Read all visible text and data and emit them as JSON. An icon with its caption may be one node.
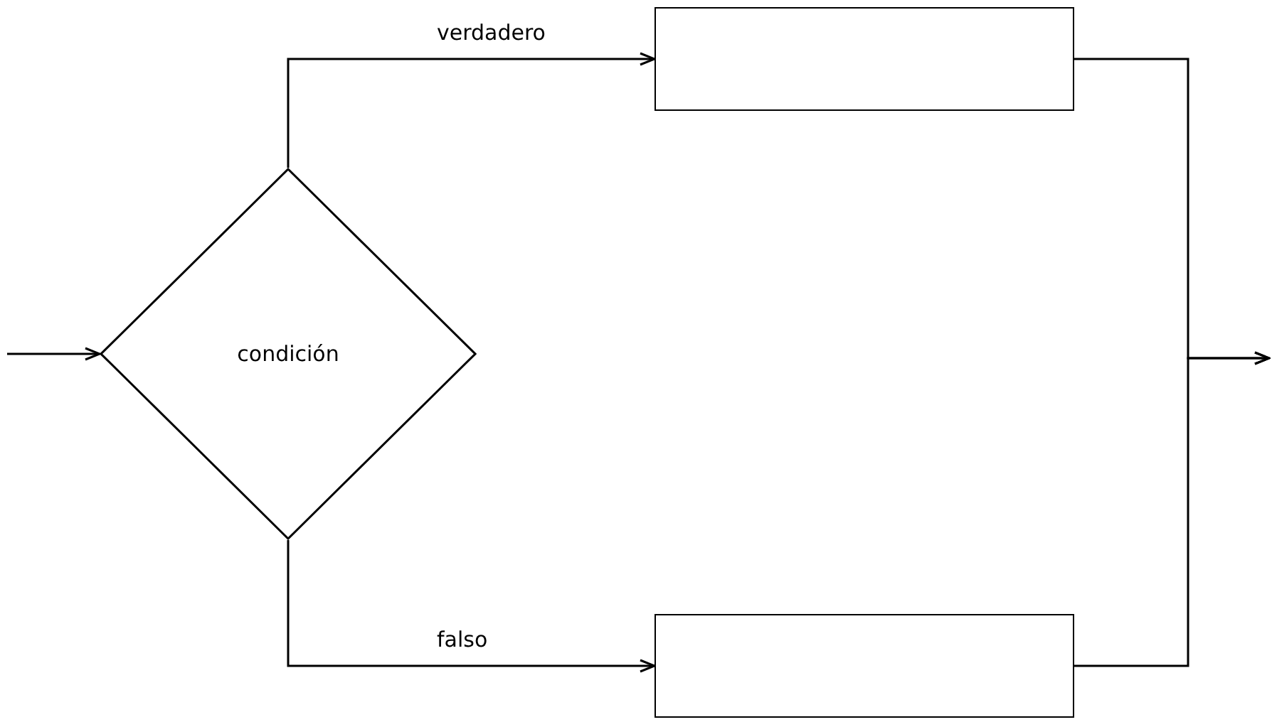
{
  "diagram": {
    "nodes": [
      {
        "text": [
          "condición"
        ]
      },
      {
        "text": [],
        "shape": "box"
      },
      {
        "text": [],
        "shape": "box"
      }
    ],
    "edges": [
      {
        "from": null,
        "to": 0,
        "arrow": "to"
      },
      {
        "from": 0,
        "to": 1,
        "label": "verdadero",
        "arrow": "to"
      },
      {
        "from": 0,
        "to": 2,
        "label": "falso",
        "arrow": "to"
      },
      {
        "from": 1,
        "to": null,
        "arrow": "to"
      },
      {
        "from": 2,
        "to": null,
        "arrow": "to"
      }
    ]
  }
}
